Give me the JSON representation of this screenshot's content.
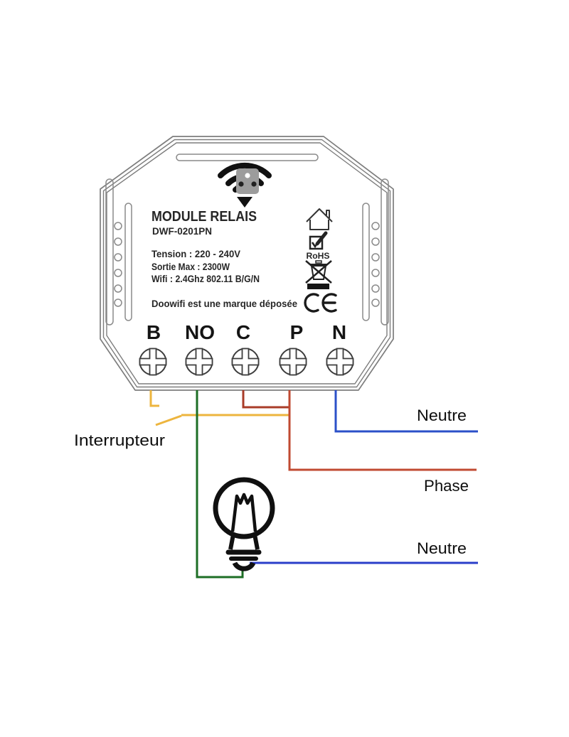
{
  "module": {
    "title": "MODULE RELAIS",
    "model": "DWF-0201PN",
    "specs": [
      "Tension : 220 - 240V",
      "Sortie Max : 2300W",
      "Wifi : 2.4Ghz 802.11 B/G/N"
    ],
    "trademark_note": "Doowifi est une marque déposée",
    "rohs_label": "RoHS",
    "ce_label": "CE",
    "terminals": [
      "B",
      "NO",
      "C",
      "P",
      "N"
    ]
  },
  "wiring_labels": {
    "interrupteur": "Interrupteur",
    "neutre_top": "Neutre",
    "phase": "Phase",
    "neutre_bottom": "Neutre"
  },
  "colors": {
    "switch_wire": "#edb53e",
    "lamp_wire": "#1d6e25",
    "bridge_wire": "#a93c28",
    "phase_wire": "#c04a32",
    "neutral_wire": "#2b50c8",
    "neutral_lamp_wire": "#2a3ec9",
    "outline": "#7d7d7d",
    "bulb": "#101010"
  }
}
